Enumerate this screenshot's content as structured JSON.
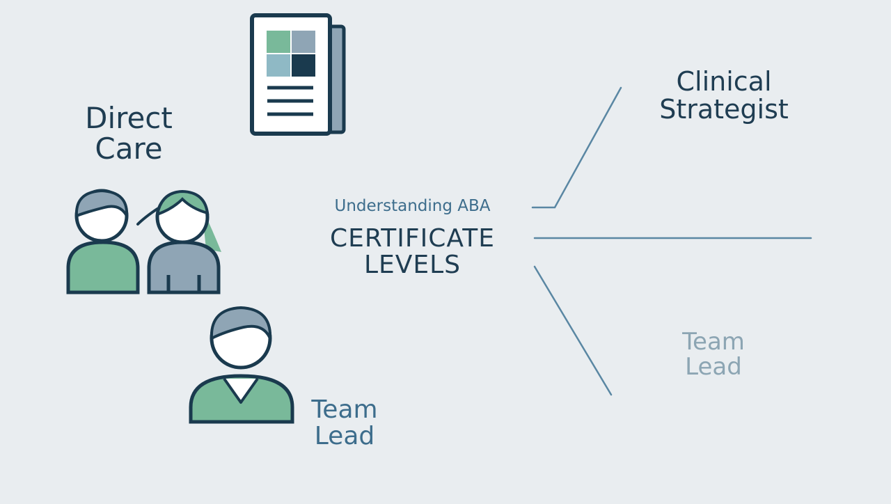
{
  "center": {
    "subtitle": "Understanding ABA",
    "title_line1": "CERTIFICATE",
    "title_line2": "LEVELS"
  },
  "labels": {
    "direct_care": [
      "Direct",
      "Care"
    ],
    "clinical_strategist": [
      "Clinical",
      "Strategist"
    ],
    "team_lead_left": [
      "Team",
      "Lead"
    ],
    "team_lead_right": [
      "Team",
      "Lead"
    ]
  },
  "icons": [
    "document-icon",
    "two-people-icon",
    "person-icon"
  ],
  "colors": {
    "background": "#e9edf0",
    "navy": "#1a3a4e",
    "green": "#79b99a",
    "gray_blue": "#8fa5b5",
    "line_blue": "#5a87a3"
  }
}
